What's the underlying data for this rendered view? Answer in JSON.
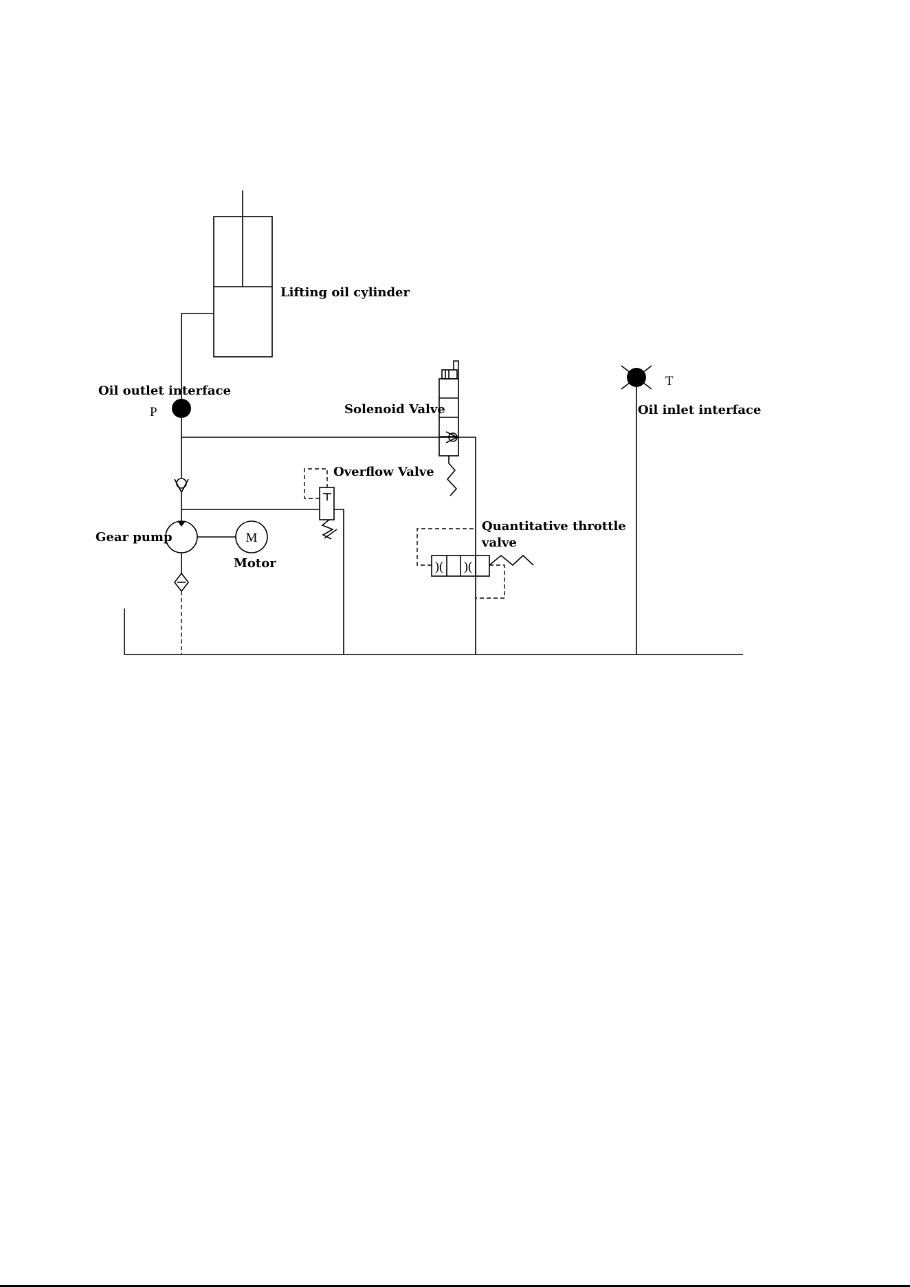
{
  "labels": {
    "lifting_cylinder": "Lifting oil cylinder",
    "oil_outlet": "Oil outlet interface",
    "port_p": "P",
    "solenoid_valve": "Solenoid Valve",
    "port_t": "T",
    "oil_inlet": "Oil inlet interface",
    "overflow_valve": "Overflow Valve",
    "gear_pump": "Gear pump",
    "motor_symbol": "M",
    "motor": "Motor",
    "throttle_line1": "Quantitative throttle",
    "throttle_line2": "valve",
    "orifice_1": ")(",
    "orifice_2": ")("
  }
}
